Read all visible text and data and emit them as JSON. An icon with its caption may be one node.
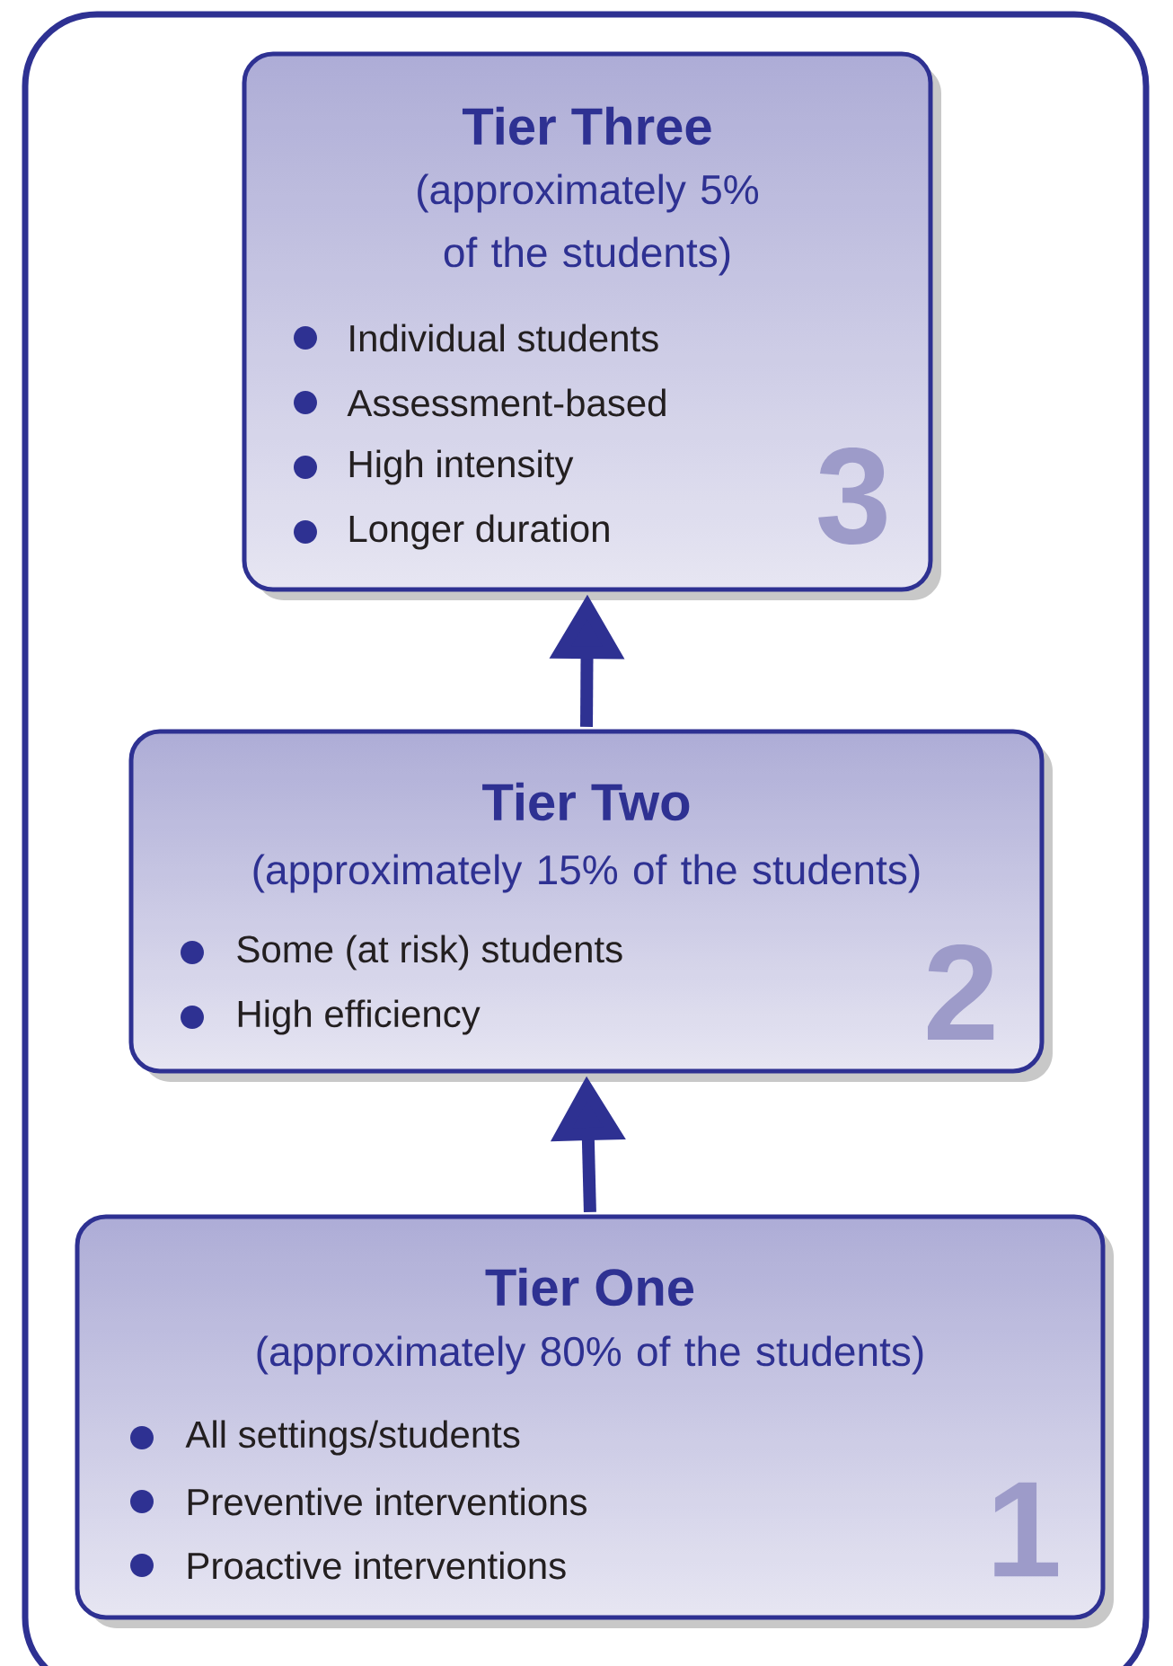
{
  "diagram": {
    "nodes": [
      {
        "text": [
          "Tier Three",
          "(approximately 5% of the students)",
          "Individual students",
          "Assessment-based",
          "High intensity",
          "Longer duration",
          "3"
        ]
      },
      {
        "text": [
          "Tier Two",
          "(approximately 15% of the students)",
          "Some (at risk) students",
          "High efficiency",
          "2"
        ]
      },
      {
        "text": [
          "Tier One",
          "(approximately 80% of the students)",
          "All settings/students",
          "Preventive interventions",
          "Proactive interventions",
          "1"
        ]
      }
    ],
    "edges": [
      {
        "from": 1,
        "to": 0,
        "arrow": "to"
      },
      {
        "from": 2,
        "to": 1,
        "arrow": "to"
      }
    ]
  }
}
